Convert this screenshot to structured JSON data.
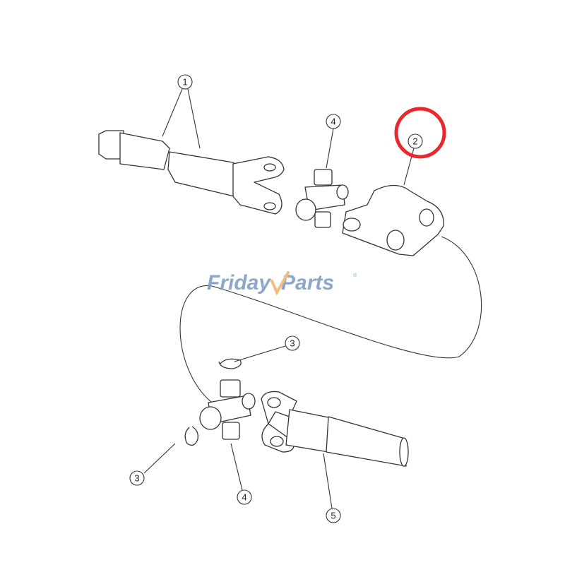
{
  "diagram": {
    "callouts": [
      {
        "id": "callout-1",
        "label": "1"
      },
      {
        "id": "callout-2",
        "label": "2"
      },
      {
        "id": "callout-3-upper",
        "label": "3"
      },
      {
        "id": "callout-3-lower",
        "label": "3"
      },
      {
        "id": "callout-4-upper",
        "label": "4"
      },
      {
        "id": "callout-4-lower",
        "label": "4"
      },
      {
        "id": "callout-5",
        "label": "5"
      }
    ],
    "highlight": {
      "target": "2",
      "color": "#e8282c"
    },
    "watermark": {
      "text_1": "Friday",
      "text_2": "Parts",
      "mark": "®",
      "color": "#7f9fc6",
      "accent": "#f2b870"
    }
  }
}
